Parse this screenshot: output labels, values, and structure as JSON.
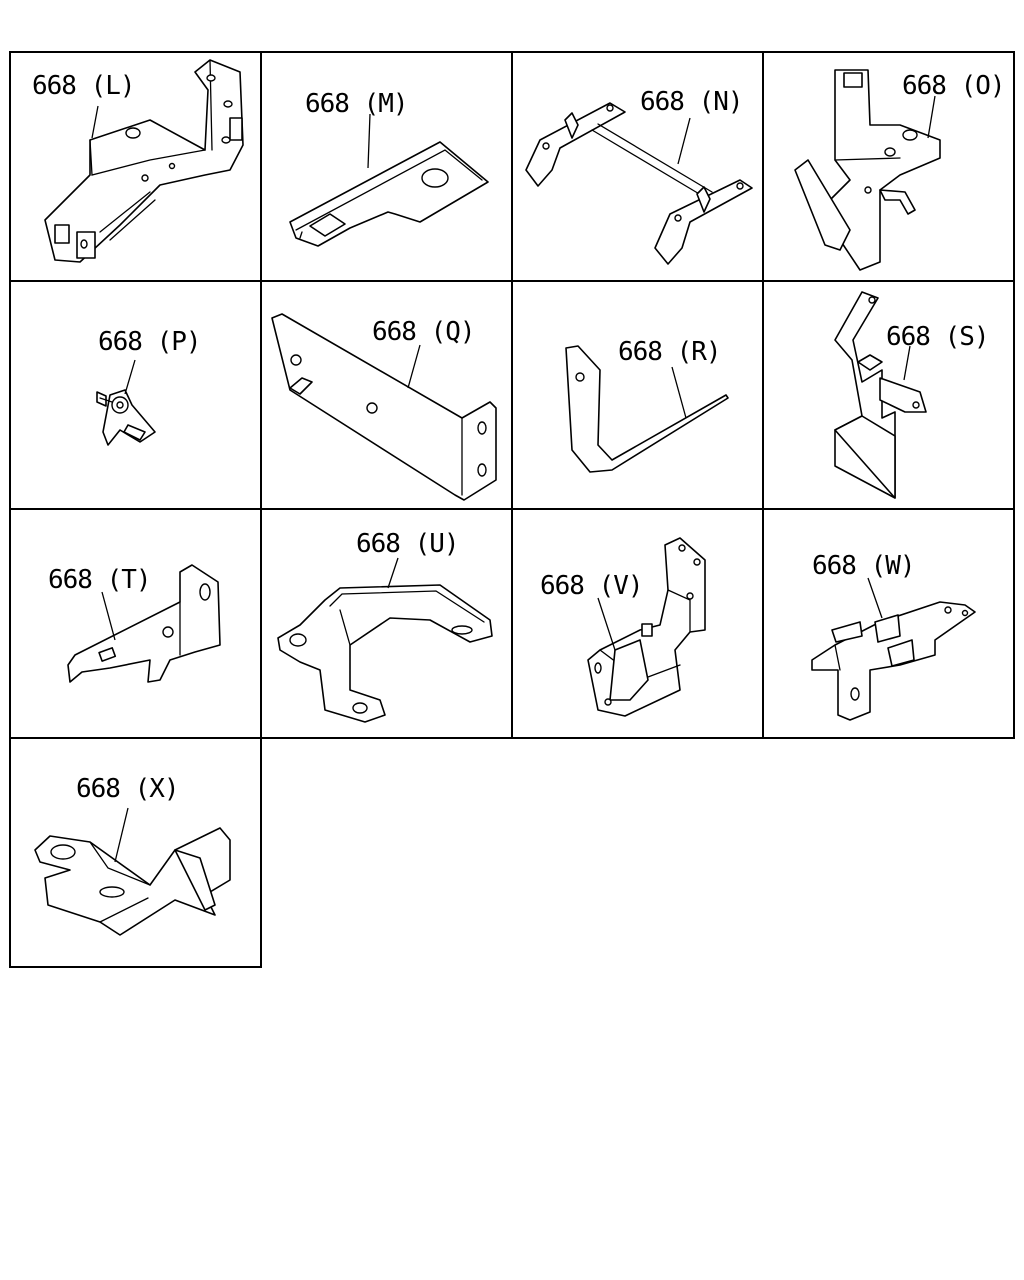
{
  "cells": [
    {
      "id": "L",
      "label": "668 (L)"
    },
    {
      "id": "M",
      "label": "668 (M)"
    },
    {
      "id": "N",
      "label": "668 (N)"
    },
    {
      "id": "O",
      "label": "668 (O)"
    },
    {
      "id": "P",
      "label": "668 (P)"
    },
    {
      "id": "Q",
      "label": "668 (Q)"
    },
    {
      "id": "R",
      "label": "668 (R)"
    },
    {
      "id": "S",
      "label": "668 (S)"
    },
    {
      "id": "T",
      "label": "668 (T)"
    },
    {
      "id": "U",
      "label": "668 (U)"
    },
    {
      "id": "V",
      "label": "668 (V)"
    },
    {
      "id": "W",
      "label": "668 (W)"
    },
    {
      "id": "X",
      "label": "668 (X)"
    }
  ]
}
